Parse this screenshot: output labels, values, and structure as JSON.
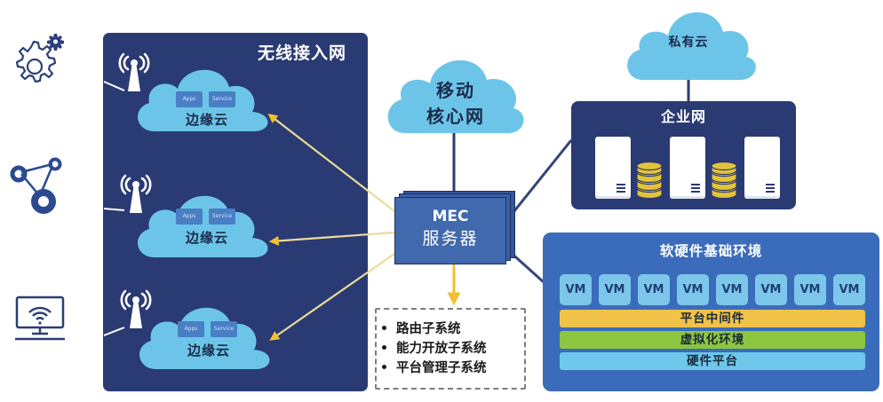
{
  "colors": {
    "dark_navy": "#2a3a73",
    "icon_navy": "#2c4a8e",
    "cloud_blue": "#6cc5e8",
    "mec_blue": "#4169ae",
    "hw_blue": "#3a6cbb",
    "vm_light_blue": "#7cc6ea",
    "arrow_line": "#e9dc9a",
    "arrow_head": "#f0c030",
    "middleware_yellow": "#f0c247",
    "virtualization_green": "#8cc63f",
    "hardware_cyan": "#6dc8ec",
    "storage_gold": "#e4c33a"
  },
  "left_icons": [
    {
      "icon": "gears-icon",
      "meaning": "settings"
    },
    {
      "icon": "network-nodes-icon",
      "meaning": "connectivity"
    },
    {
      "icon": "monitor-wifi-icon",
      "meaning": "wireless terminal"
    }
  ],
  "radio_access_network": {
    "title": "无线接入网",
    "edge_clouds": [
      {
        "label": "边缘云",
        "apps_label": "Apps",
        "service_label": "Service"
      },
      {
        "label": "边缘云",
        "apps_label": "Apps",
        "service_label": "Service"
      },
      {
        "label": "边缘云",
        "apps_label": "Apps",
        "service_label": "Service"
      }
    ],
    "antenna_icon": "radio-tower-icon"
  },
  "mobile_core": {
    "line1": "移动",
    "line2": "核心网"
  },
  "mec_server": {
    "line1": "MEC",
    "line2": "服务器"
  },
  "subsystems": [
    "路由子系统",
    "能力开放子系统",
    "平台管理子系统"
  ],
  "private_cloud": {
    "label": "私有云"
  },
  "enterprise_network": {
    "title": "企业网",
    "servers": 3,
    "storage_stacks": 2
  },
  "hw_sw_environment": {
    "title": "软硬件基础环境",
    "vms": [
      "VM",
      "VM",
      "VM",
      "VM",
      "VM",
      "VM",
      "VM",
      "VM"
    ],
    "layers": {
      "middleware": "平台中间件",
      "virtualization": "虚拟化环境",
      "hardware": "硬件平台"
    }
  }
}
